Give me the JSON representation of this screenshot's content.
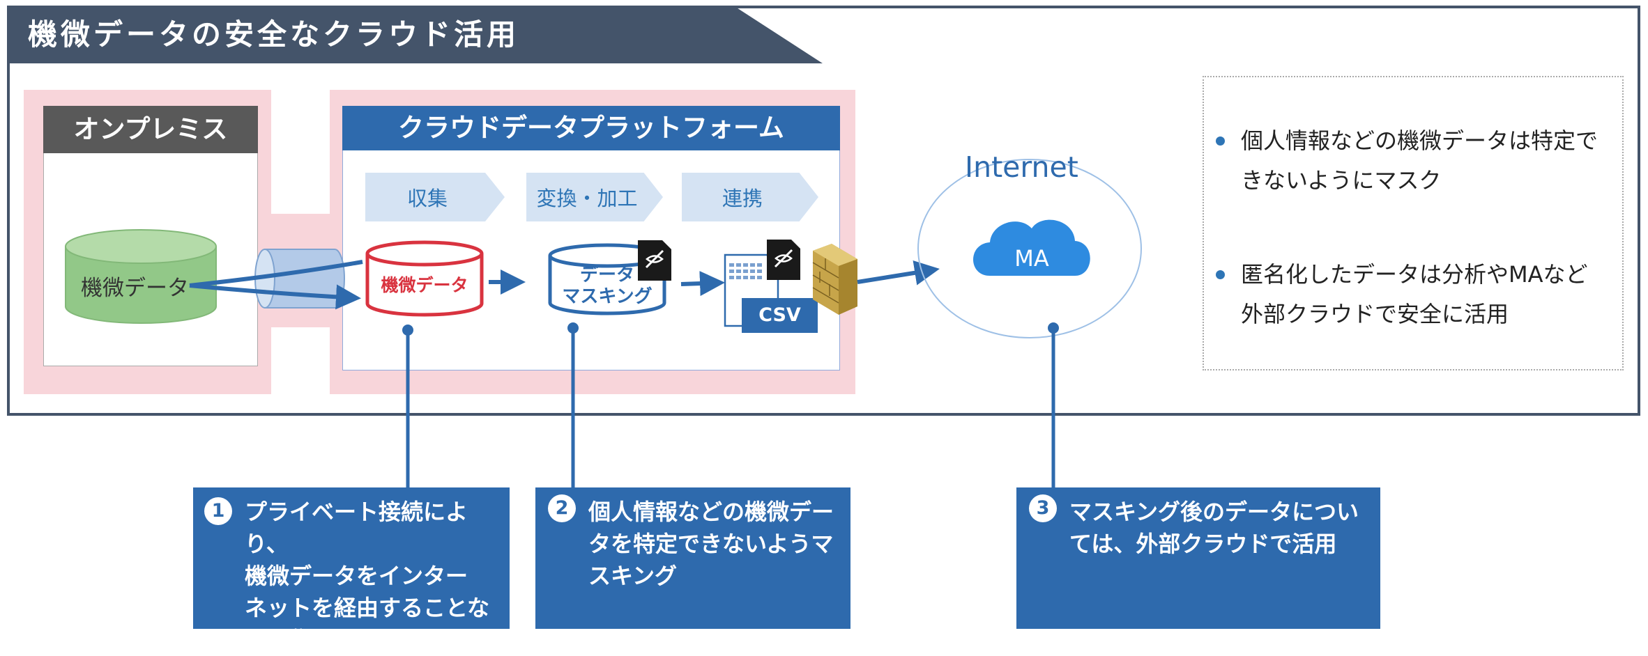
{
  "title": "機微データの安全なクラウド活用",
  "onprem": {
    "header": "オンプレミス",
    "db_label": "機微データ"
  },
  "cloud": {
    "header": "クラウドデータプラットフォーム",
    "steps": [
      "収集",
      "変換・加工",
      "連携"
    ],
    "db_sensitive": "機微データ",
    "masking_line1": "データ",
    "masking_line2": "マスキング",
    "csv_label": "CSV"
  },
  "internet": {
    "label": "Internet",
    "cloud_label": "MA"
  },
  "bullets": [
    "個人情報などの機微データは特定で\nきないようにマスク",
    "匿名化したデータは分析やMAなど\n外部クラウドで安全に活用"
  ],
  "callouts": [
    {
      "num": "1",
      "text": "プライベート接続により、\n機微データをインター\nネットを経由することな\nく収集"
    },
    {
      "num": "2",
      "text": "個人情報などの機微デー\nタを特定できないようマ\nスキング"
    },
    {
      "num": "3",
      "text": "マスキング後のデータについ\nては、外部クラウドで活用"
    }
  ],
  "colors": {
    "frame": "#44546a",
    "accent": "#2e75b6",
    "pink": "#f8d5da",
    "red": "#d9333f",
    "green": "#92c888"
  }
}
